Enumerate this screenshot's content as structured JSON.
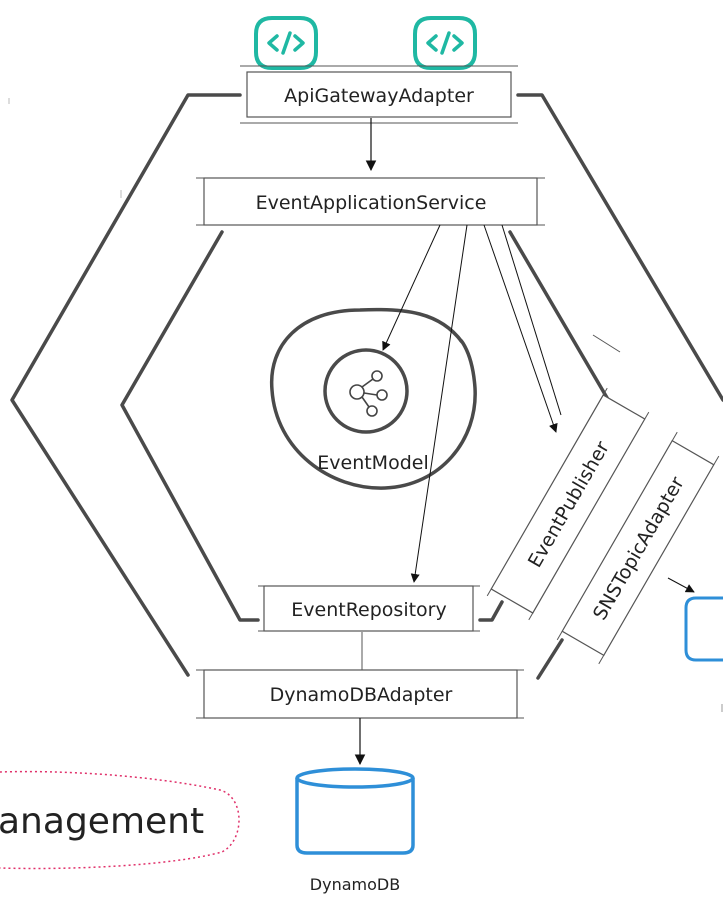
{
  "components": {
    "api_gateway_adapter": "ApiGatewayAdapter",
    "event_application_service": "EventApplicationService",
    "event_model": "EventModel",
    "event_publisher": "EventPublisher",
    "sns_topic_adapter": "SNSTopicAdapter",
    "event_repository": "EventRepository",
    "dynamodb_adapter": "DynamoDBAdapter"
  },
  "external": {
    "dynamodb_label": "DynamoDB",
    "bounded_context_label": "anagement"
  },
  "icons": {
    "api_endpoint_icon": "code-brackets-icon",
    "model_icon": "graph-nodes-icon",
    "database_icon": "database-cylinder-icon"
  },
  "colors": {
    "outline": "#4a4a4a",
    "api_icon": "#1fb8a3",
    "database": "#2e8fd8",
    "context_border": "#e0306a"
  }
}
